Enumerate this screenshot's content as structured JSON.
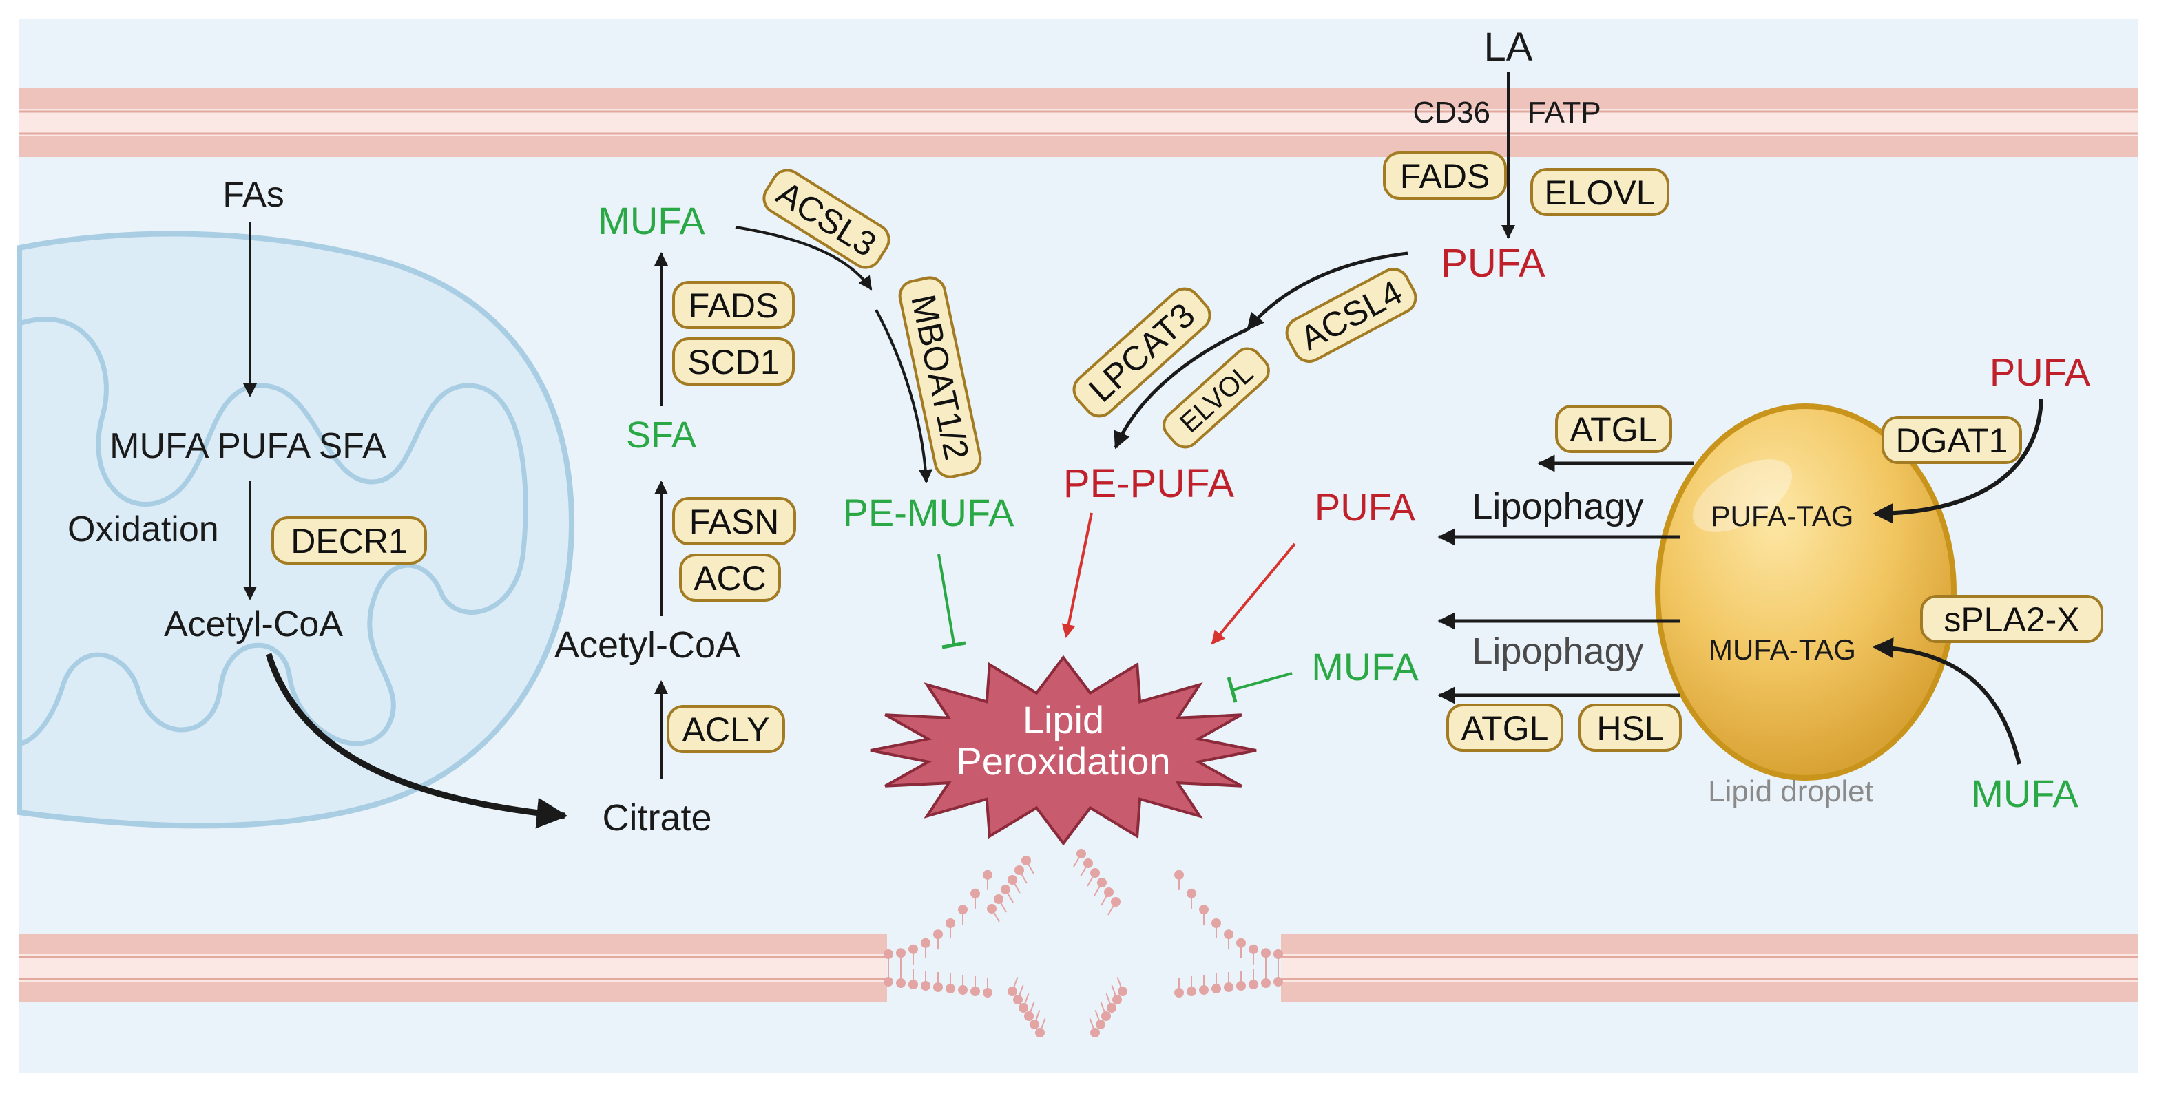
{
  "colors": {
    "membrane": "#edc3bb",
    "membrane_mid": "#fbe8e4",
    "cytoplasm": "#eaf3f9",
    "mitochondrion": "#dcecf6",
    "mito_line": "#a9cde3",
    "green": "#2aa845",
    "red": "#c0202a",
    "enzyme_fill": "#f7ecc4",
    "enzyme_border": "#a27b23",
    "lipid_peroxidation": "#c85b6d",
    "lipid_droplet": "#f0c660"
  },
  "mitochondrion": {
    "fas": "FAs",
    "fatty_acids": "MUFA PUFA SFA",
    "oxidation": "Oxidation",
    "decr1": "DECR1",
    "acetyl_coa": "Acetyl-CoA"
  },
  "citrate": "Citrate",
  "synthesis": {
    "acetyl_coa": "Acetyl-CoA",
    "acly": "ACLY",
    "acc": "ACC",
    "fasn": "FASN",
    "sfa": "SFA",
    "scd1": "SCD1",
    "fads": "FADS",
    "mufa": "MUFA",
    "acsl3": "ACSL3",
    "mboat": "MBOAT1/2",
    "pe_mufa": "PE-MUFA"
  },
  "uptake": {
    "la": "LA",
    "cd36": "CD36",
    "fatp": "FATP",
    "fads": "FADS",
    "elovl": "ELOVL",
    "pufa": "PUFA",
    "acsl4": "ACSL4",
    "lpcat3": "LPCAT3",
    "elvol": "ELVOL",
    "pe_pufa": "PE-PUFA"
  },
  "center": {
    "line1": "Lipid",
    "line2": "Peroxidation"
  },
  "droplet": {
    "atgl_top": "ATGL",
    "lipophagy_top": "Lipophagy",
    "pufa_released": "PUFA",
    "lipophagy_bottom": "Lipophagy",
    "mufa_released": "MUFA",
    "atgl_bottom": "ATGL",
    "hsl": "HSL",
    "pufa_tag": "PUFA-TAG",
    "mufa_tag": "MUFA-TAG",
    "pufa_input": "PUFA",
    "dgat1": "DGAT1",
    "splа2x_placeholder": "",
    "spla2x": "sPLA2-X",
    "mufa_input": "MUFA",
    "label": "Lipid droplet"
  }
}
